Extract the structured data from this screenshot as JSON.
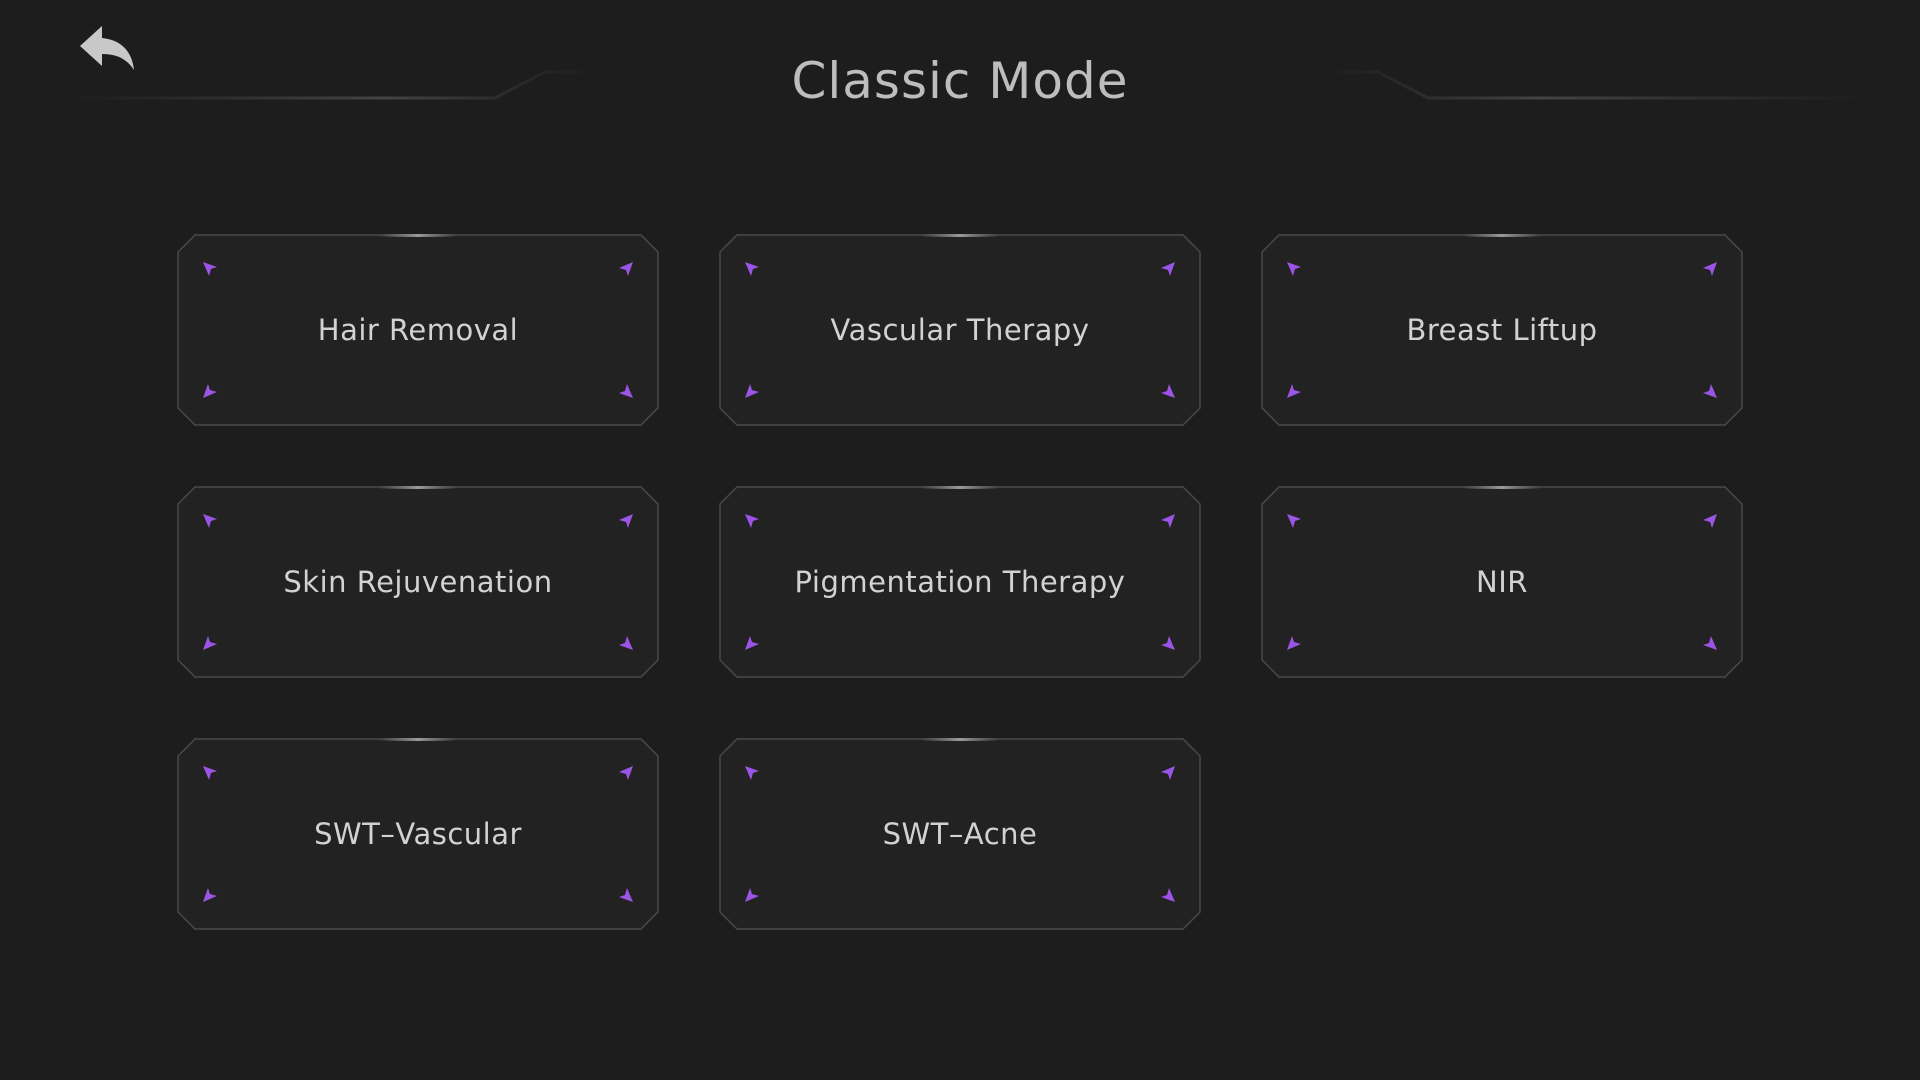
{
  "header": {
    "title": "Classic Mode",
    "back_icon": "back-arrow-icon"
  },
  "colors": {
    "background": "#1d1d1e",
    "card_background": "#222223",
    "card_border": "#4a4a4c",
    "accent_purple": "#9b55e6",
    "text": "#d2d2d2"
  },
  "modes": [
    {
      "label": "Hair Removal"
    },
    {
      "label": "Vascular Therapy"
    },
    {
      "label": "Breast Liftup"
    },
    {
      "label": "Skin Rejuvenation"
    },
    {
      "label": "Pigmentation Therapy"
    },
    {
      "label": "NIR"
    },
    {
      "label": "SWT–Vascular"
    },
    {
      "label": "SWT–Acne"
    }
  ]
}
